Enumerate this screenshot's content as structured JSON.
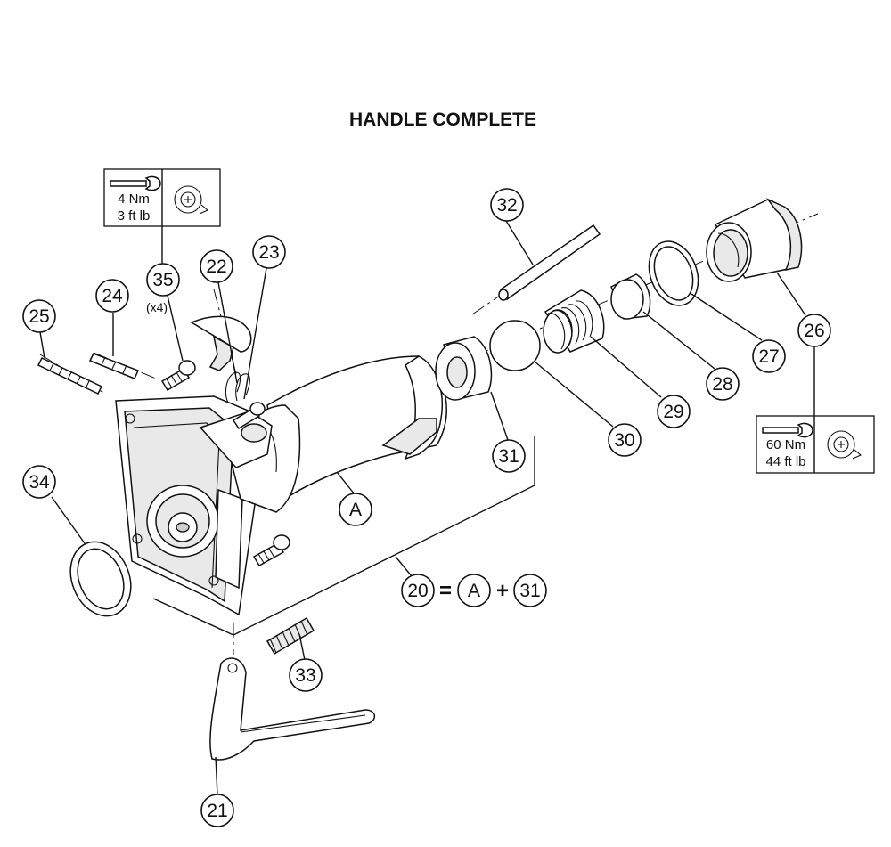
{
  "title": "HANDLE COMPLETE",
  "callouts": {
    "c20": "20",
    "c21": "21",
    "c22": "22",
    "c23": "23",
    "c24": "24",
    "c25": "25",
    "c26": "26",
    "c27": "27",
    "c28": "28",
    "c29": "29",
    "c30": "30",
    "c31": "31",
    "c32": "32",
    "c33": "33",
    "c34": "34",
    "c35": "35",
    "cA": "A"
  },
  "quantity_35": "(x4)",
  "equation": {
    "left": "20",
    "equals": "=",
    "a": "A",
    "plus": "+",
    "b": "31"
  },
  "torque_35": {
    "value_nm": "4 Nm",
    "value_ftlb": "3 ft lb"
  },
  "torque_26": {
    "value_nm": "60 Nm",
    "value_ftlb": "44 ft lb"
  },
  "icons": [
    "wrench-icon",
    "tighten-clockwise-icon"
  ]
}
